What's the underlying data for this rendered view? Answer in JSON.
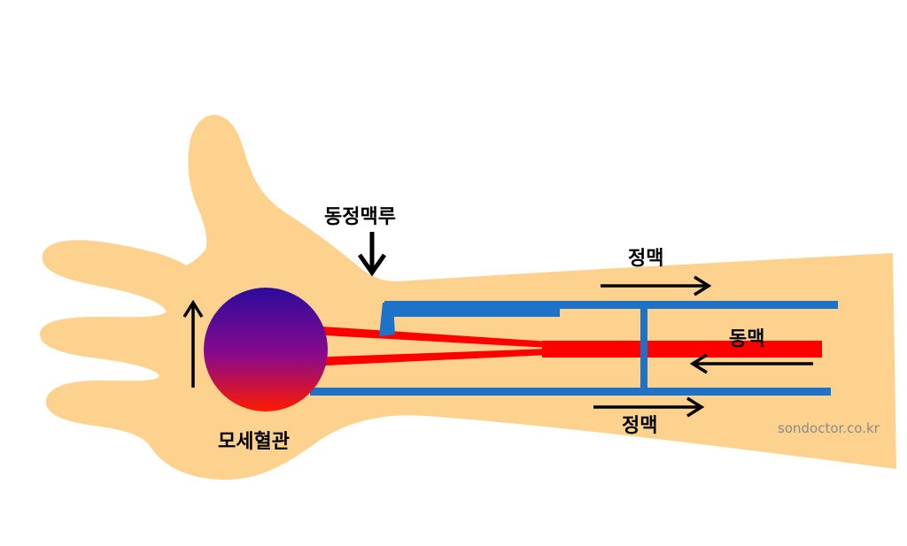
{
  "labels": {
    "fistula": "동정맥루",
    "vein_top": "정맥",
    "artery": "동맥",
    "vein_bottom": "정맥",
    "capillary": "모세혈관"
  },
  "watermark": "sondoctor.co.kr",
  "colors": {
    "skin": "#fdd28e",
    "artery": "#ff0000",
    "vein": "#1e73c8",
    "arrow": "#000000",
    "capillary_top": "#2b0b9e",
    "capillary_bottom": "#ff1a00"
  },
  "icons": {
    "fistula_arrow": "arrow-down-icon",
    "vein_top_arrow": "arrow-right-icon",
    "artery_arrow": "arrow-left-icon",
    "vein_bottom_arrow": "arrow-right-icon",
    "capillary_arrow": "arrow-up-icon"
  }
}
